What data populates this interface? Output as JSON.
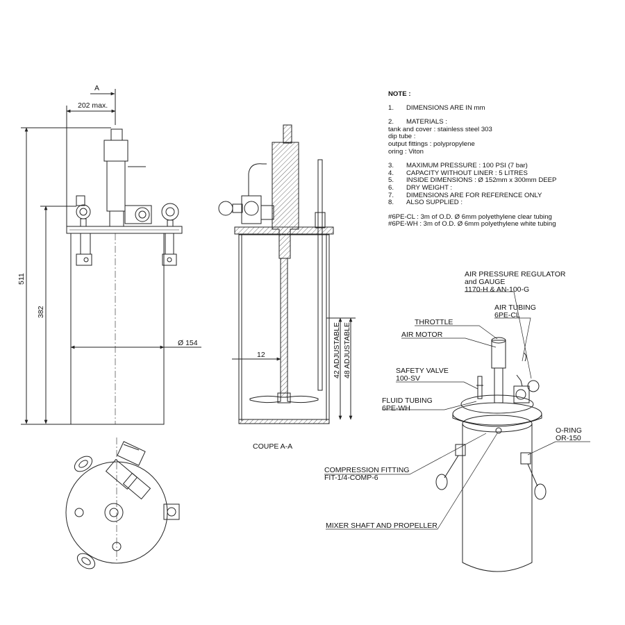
{
  "notes": {
    "heading": "NOTE :",
    "n1_num": "1.",
    "n1": "DIMENSIONS ARE IN mm",
    "n2_num": "2.",
    "n2": "MATERIALS :",
    "n2_a": "tank and cover : stainless steel 303",
    "n2_b": "dip tube :",
    "n2_c": "output fittings : polypropylene",
    "n2_d": "oring : Viton",
    "n3_num": "3.",
    "n3": "MAXIMUM PRESSURE : 100 PSI (7 bar)",
    "n4_num": "4.",
    "n4": "CAPACITY WITHOUT LINER : 5 LITRES",
    "n5_num": "5.",
    "n5": "INSIDE DIMENSIONS : Ø 152mm x 300mm DEEP",
    "n6_num": "6.",
    "n6": "DRY WEIGHT :",
    "n7_num": "7.",
    "n7": "DIMENSIONS ARE FOR REFERENCE ONLY",
    "n8_num": "8.",
    "n8": "ALSO SUPPLIED :",
    "supplied_1": "#6PE-CL : 3m of O.D. Ø 6mm polyethylene clear tubing",
    "supplied_2": "#6PE-WH : 3m of O.D. Ø 6mm polyethylene white tubing"
  },
  "front_view": {
    "section_marker": "A",
    "dim_width": "202 max.",
    "dim_height_total": "511",
    "dim_height_body": "382",
    "dim_diameter": "Ø 154"
  },
  "section_view": {
    "title": "COUPE A-A",
    "dim_offset": "12",
    "dim_adjust_1": "42 ADJUSTABLE",
    "dim_adjust_2": "48 ADJUSTABLE"
  },
  "iso_labels": {
    "regulator_1": "AIR PRESSURE REGULATOR",
    "regulator_2": "and GAUGE",
    "regulator_3": "1170-H  &  AN-100-G",
    "air_tubing_1": "AIR TUBING",
    "air_tubing_2": "6PE-CL",
    "throttle": "THROTTLE",
    "air_motor": "AIR MOTOR",
    "safety_valve_1": "SAFETY VALVE",
    "safety_valve_2": "100-SV",
    "fluid_tubing_1": "FLUID TUBING",
    "fluid_tubing_2": "6PE-WH",
    "oring_1": "O-RING",
    "oring_2": "OR-150",
    "compression_1": "COMPRESSION FITTING",
    "compression_2": "FIT-1/4-COMP-6",
    "mixer": "MIXER SHAFT AND PROPELLER"
  },
  "colors": {
    "line": "#222222",
    "hatch": "#555555"
  }
}
